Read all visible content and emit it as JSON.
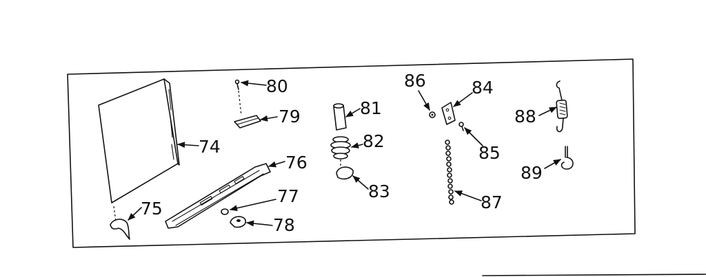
{
  "parts": [
    {
      "id": "74",
      "label": "74"
    },
    {
      "id": "75",
      "label": "75"
    },
    {
      "id": "76",
      "label": "76"
    },
    {
      "id": "77",
      "label": "77"
    },
    {
      "id": "78",
      "label": "78"
    },
    {
      "id": "79",
      "label": "79"
    },
    {
      "id": "80",
      "label": "80"
    },
    {
      "id": "81",
      "label": "81"
    },
    {
      "id": "82",
      "label": "82"
    },
    {
      "id": "83",
      "label": "83"
    },
    {
      "id": "84",
      "label": "84"
    },
    {
      "id": "85",
      "label": "85"
    },
    {
      "id": "86",
      "label": "86"
    },
    {
      "id": "87",
      "label": "87"
    },
    {
      "id": "88",
      "label": "88"
    },
    {
      "id": "89",
      "label": "89"
    }
  ]
}
